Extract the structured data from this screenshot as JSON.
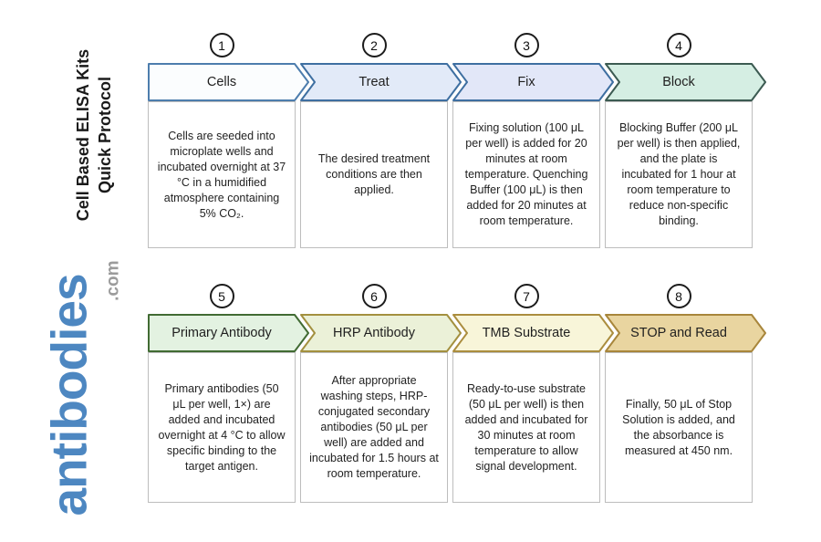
{
  "sidebar": {
    "title_line1": "Cell Based ELISA Kits",
    "title_line2": "Quick Protocol",
    "logo_text": "antibodies",
    "logo_suffix": ".com",
    "logo_color": "#4d87c1",
    "logo_suffix_color": "#9b9b9b"
  },
  "steps": [
    {
      "number": "1",
      "label": "Cells",
      "description": "Cells are seeded into microplate wells and incubated overnight at 37 °C in a humidified atmosphere containing 5% CO₂.",
      "fill": "#fbfdfe",
      "border": "#4d7dad"
    },
    {
      "number": "2",
      "label": "Treat",
      "description": "The desired treatment conditions are then applied.",
      "fill": "#e2eaf8",
      "border": "#3e6fa1"
    },
    {
      "number": "3",
      "label": "Fix",
      "description": "Fixing solution (100 μL per well) is added for 20 minutes at room temperature. Quenching Buffer (100 μL) is then added for 20 minutes at room temperature.",
      "fill": "#e2e7f8",
      "border": "#3e6fa1"
    },
    {
      "number": "4",
      "label": "Block",
      "description": "Blocking Buffer (200 μL per well) is then applied, and the plate is incubated for 1 hour at room temperature to reduce non-specific binding.",
      "fill": "#d5eee3",
      "border": "#3c5b52"
    },
    {
      "number": "5",
      "label": "Primary Antibody",
      "description": "Primary antibodies (50 μL per well, 1×) are added and incubated overnight at 4 °C to allow specific binding to the target antigen.",
      "fill": "#e3f2e1",
      "border": "#416b33"
    },
    {
      "number": "6",
      "label": "HRP Antibody",
      "description": "After appropriate washing steps, HRP-conjugated secondary antibodies (50 μL per well) are added and incubated for 1.5 hours at room temperature.",
      "fill": "#ebf1d8",
      "border": "#a3903f"
    },
    {
      "number": "7",
      "label": "TMB Substrate",
      "description": "Ready-to-use substrate (50 μL per well) is then added and incubated for 30 minutes at room temperature to allow signal development.",
      "fill": "#f8f5d9",
      "border": "#ab8d3e"
    },
    {
      "number": "8",
      "label": "STOP and Read",
      "description": "Finally, 50 μL of Stop Solution is added, and the absorbance is measured at 450 nm.",
      "fill": "#e9d5a0",
      "border": "#a8863b"
    }
  ]
}
